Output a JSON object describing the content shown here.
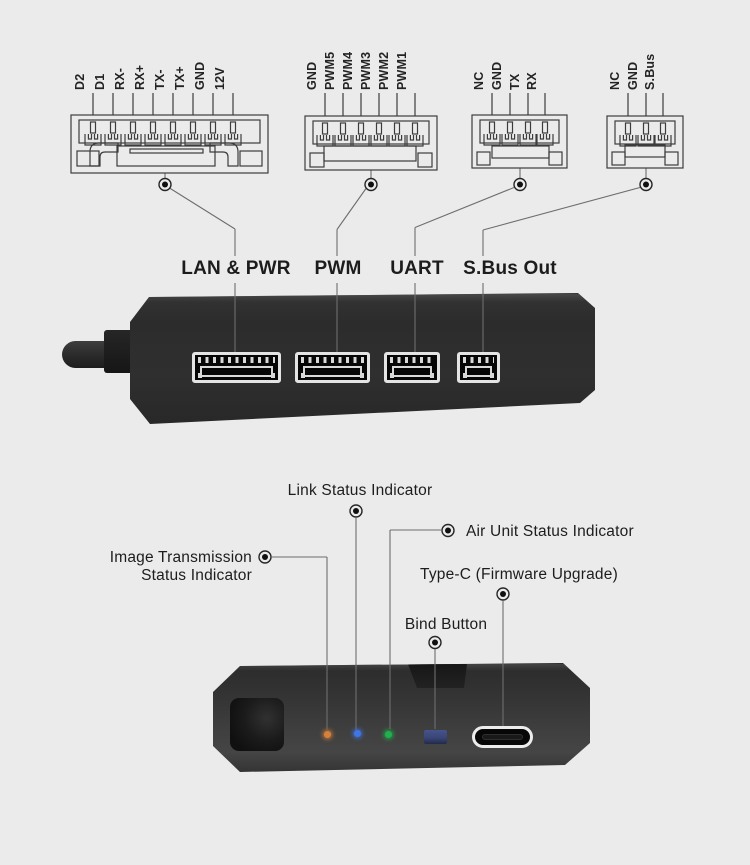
{
  "theme": {
    "bg": "#ebebeb",
    "ink": "#1d1d1d",
    "line": "#6e6e6e",
    "draw": "#3c3c3c",
    "led_image": "#d6813a",
    "led_link": "#3f76e6",
    "led_air": "#1fb24a",
    "bind_btn": "#3a4677"
  },
  "connectors": [
    {
      "id": "lan_pwr",
      "label": "LAN & PWR",
      "pins": [
        "D2",
        "D1",
        "RX-",
        "RX+",
        "TX-",
        "TX+",
        "GND",
        "12V"
      ]
    },
    {
      "id": "pwm",
      "label": "PWM",
      "pins": [
        "GND",
        "PWM5",
        "PWM4",
        "PWM3",
        "PWM2",
        "PWM1"
      ]
    },
    {
      "id": "uart",
      "label": "UART",
      "pins": [
        "NC",
        "GND",
        "TX",
        "RX"
      ]
    },
    {
      "id": "sbus",
      "label": "S.Bus Out",
      "pins": [
        "NC",
        "GND",
        "S.Bus"
      ]
    }
  ],
  "callouts": {
    "link": "Link Status Indicator",
    "air_unit": "Air Unit Status Indicator",
    "image_line1": "Image Transmission",
    "image_line2": "Status Indicator",
    "type_c": "Type-C (Firmware Upgrade)",
    "bind": "Bind Button"
  }
}
